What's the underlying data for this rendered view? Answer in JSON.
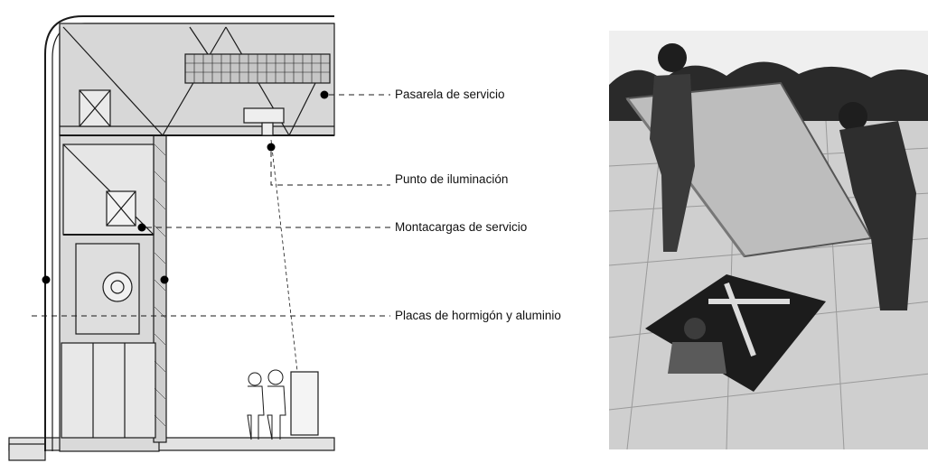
{
  "figure": {
    "callouts": [
      {
        "id": "pasarela",
        "label": "Pasarela de servicio"
      },
      {
        "id": "iluminacion",
        "label": "Punto de iluminación"
      },
      {
        "id": "montacargas",
        "label": "Montacargas de servicio"
      },
      {
        "id": "placas",
        "label": "Placas de hormigón y aluminio"
      }
    ],
    "photo": {
      "description_icon": "photo-workers-lifting-panel"
    },
    "colors": {
      "ink": "#1a1a1a",
      "section_fill": "#d9d9d9",
      "section_light": "#ececec",
      "photo_sky": "#f0f0f0",
      "photo_trees": "#2a2a2a",
      "photo_panel": "#bdbdbd",
      "photo_floor": "#cfcfcf"
    }
  }
}
